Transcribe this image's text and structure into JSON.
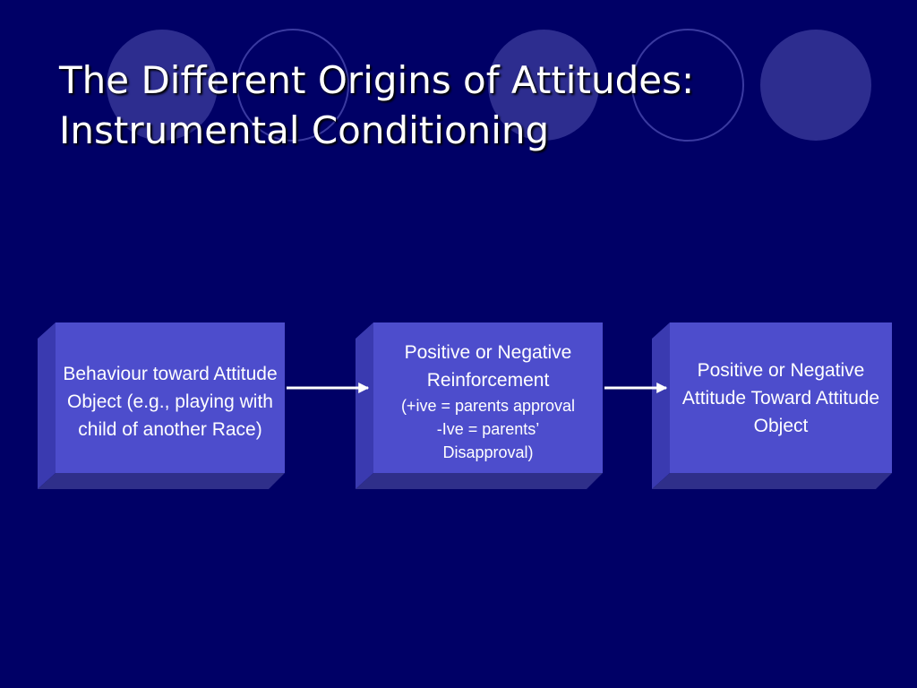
{
  "slide": {
    "title_line1": "The Different Origins of Attitudes:",
    "title_line2": "Instrumental Conditioning"
  },
  "colors": {
    "background": "#000066",
    "circle_fill": "#2d2d8f",
    "circle_outline": "#3a3aa0",
    "box_front": "#4d4dcc",
    "box_side": "#3a3ab0",
    "box_bottom": "#2f2f8a",
    "arrow": "#ffffff"
  },
  "boxes": [
    {
      "main": "Behaviour toward Attitude Object (e.g., playing with child of another Race)"
    },
    {
      "main": "Positive or Negative Reinforcement",
      "sub_line1": "(+ive = parents approval",
      "sub_line2": "-Ive = parents’",
      "sub_line3": "Disapproval)"
    },
    {
      "main": "Positive or Negative Attitude Toward Attitude Object"
    }
  ]
}
